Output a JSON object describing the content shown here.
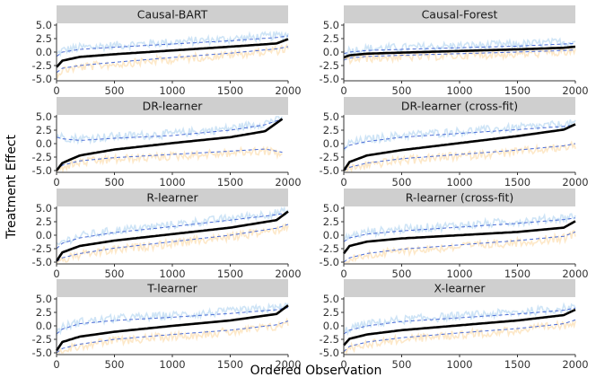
{
  "chart_data": {
    "type": "line",
    "xlabel": "Ordered Observation",
    "ylabel": "Treatment Effect",
    "xlim": [
      0,
      2000
    ],
    "ylim": [
      -5,
      5
    ],
    "x_ticks": [
      "0",
      "500",
      "1000",
      "1500",
      "2000"
    ],
    "y_ticks": [
      "-5.0",
      "-2.5",
      "0.0",
      "2.5",
      "5.0"
    ],
    "colors": {
      "estimate": "#000000",
      "interval": "#4b6cd6",
      "upper_band": "#c9e1f5",
      "lower_band": "#fde6c2",
      "strip": "#cfcfcf"
    },
    "panels": [
      {
        "name": "Causal-BART",
        "x": [
          0,
          50,
          200,
          500,
          1000,
          1500,
          1900,
          2000
        ],
        "estimate": [
          -2.8,
          -1.6,
          -0.9,
          -0.4,
          0.3,
          1.0,
          1.6,
          2.4
        ],
        "upper": [
          -0.8,
          0.0,
          0.5,
          0.9,
          1.5,
          2.1,
          2.7,
          3.0
        ],
        "lower": [
          -3.8,
          -3.0,
          -2.5,
          -1.9,
          -1.0,
          -0.2,
          0.6,
          1.0
        ]
      },
      {
        "name": "Causal-Forest",
        "x": [
          0,
          50,
          200,
          500,
          1000,
          1500,
          1900,
          2000
        ],
        "estimate": [
          -1.0,
          -0.6,
          -0.3,
          -0.1,
          0.2,
          0.5,
          0.8,
          1.0
        ],
        "upper": [
          -0.3,
          0.0,
          0.3,
          0.5,
          0.8,
          1.1,
          1.5,
          1.6
        ],
        "lower": [
          -1.5,
          -1.1,
          -0.8,
          -0.6,
          -0.3,
          0.0,
          0.3,
          0.4
        ]
      },
      {
        "name": "DR-learner",
        "x": [
          0,
          50,
          200,
          500,
          1000,
          1500,
          1800,
          1950
        ],
        "estimate": [
          -5.0,
          -3.6,
          -2.2,
          -1.1,
          0.1,
          1.2,
          2.3,
          4.6
        ],
        "upper": [
          1.2,
          0.9,
          0.6,
          1.0,
          1.5,
          2.5,
          3.5,
          4.6
        ],
        "lower": [
          -5.0,
          -4.0,
          -3.2,
          -2.6,
          -2.0,
          -1.4,
          -1.0,
          -1.6
        ]
      },
      {
        "name": "DR-learner (cross-fit)",
        "x": [
          0,
          50,
          200,
          500,
          1000,
          1500,
          1900,
          2000
        ],
        "estimate": [
          -5.0,
          -3.4,
          -2.2,
          -1.2,
          0.1,
          1.4,
          2.6,
          3.6
        ],
        "upper": [
          -1.0,
          -0.3,
          0.4,
          1.2,
          1.9,
          2.6,
          3.2,
          3.5
        ],
        "lower": [
          -5.0,
          -4.4,
          -3.6,
          -2.8,
          -2.0,
          -1.2,
          -0.4,
          0.0
        ]
      },
      {
        "name": "R-learner",
        "x": [
          0,
          50,
          200,
          500,
          1000,
          1500,
          1900,
          2000
        ],
        "estimate": [
          -4.8,
          -3.2,
          -2.0,
          -1.0,
          0.2,
          1.4,
          2.8,
          4.4
        ],
        "upper": [
          -2.5,
          -1.5,
          -0.5,
          0.5,
          1.6,
          2.8,
          3.8,
          4.2
        ],
        "lower": [
          -4.9,
          -4.2,
          -3.4,
          -2.4,
          -1.2,
          0.0,
          1.3,
          2.0
        ]
      },
      {
        "name": "R-learner (cross-fit)",
        "x": [
          0,
          50,
          200,
          500,
          1000,
          1500,
          1900,
          2000
        ],
        "estimate": [
          -3.4,
          -2.0,
          -1.2,
          -0.6,
          0.0,
          0.6,
          1.4,
          2.6
        ],
        "upper": [
          -1.2,
          -0.5,
          0.2,
          0.8,
          1.5,
          2.2,
          2.9,
          3.2
        ],
        "lower": [
          -5.0,
          -4.2,
          -3.4,
          -2.6,
          -1.8,
          -1.0,
          -0.2,
          0.6
        ]
      },
      {
        "name": "T-learner",
        "x": [
          0,
          50,
          200,
          500,
          1000,
          1500,
          1900,
          2000
        ],
        "estimate": [
          -4.6,
          -3.0,
          -2.0,
          -1.1,
          0.0,
          1.0,
          2.2,
          3.8
        ],
        "upper": [
          -1.5,
          -0.6,
          0.4,
          1.0,
          1.6,
          2.3,
          3.0,
          3.4
        ],
        "lower": [
          -5.0,
          -4.2,
          -3.4,
          -2.5,
          -1.6,
          -0.8,
          0.2,
          0.9
        ]
      },
      {
        "name": "X-learner",
        "x": [
          0,
          50,
          200,
          500,
          1000,
          1500,
          1900,
          2000
        ],
        "estimate": [
          -3.6,
          -2.4,
          -1.6,
          -0.8,
          0.1,
          1.0,
          2.0,
          3.0
        ],
        "upper": [
          -1.5,
          -0.8,
          0.0,
          0.8,
          1.5,
          2.2,
          2.9,
          3.3
        ],
        "lower": [
          -4.8,
          -3.8,
          -3.0,
          -2.2,
          -1.3,
          -0.5,
          0.4,
          1.1
        ]
      }
    ]
  }
}
